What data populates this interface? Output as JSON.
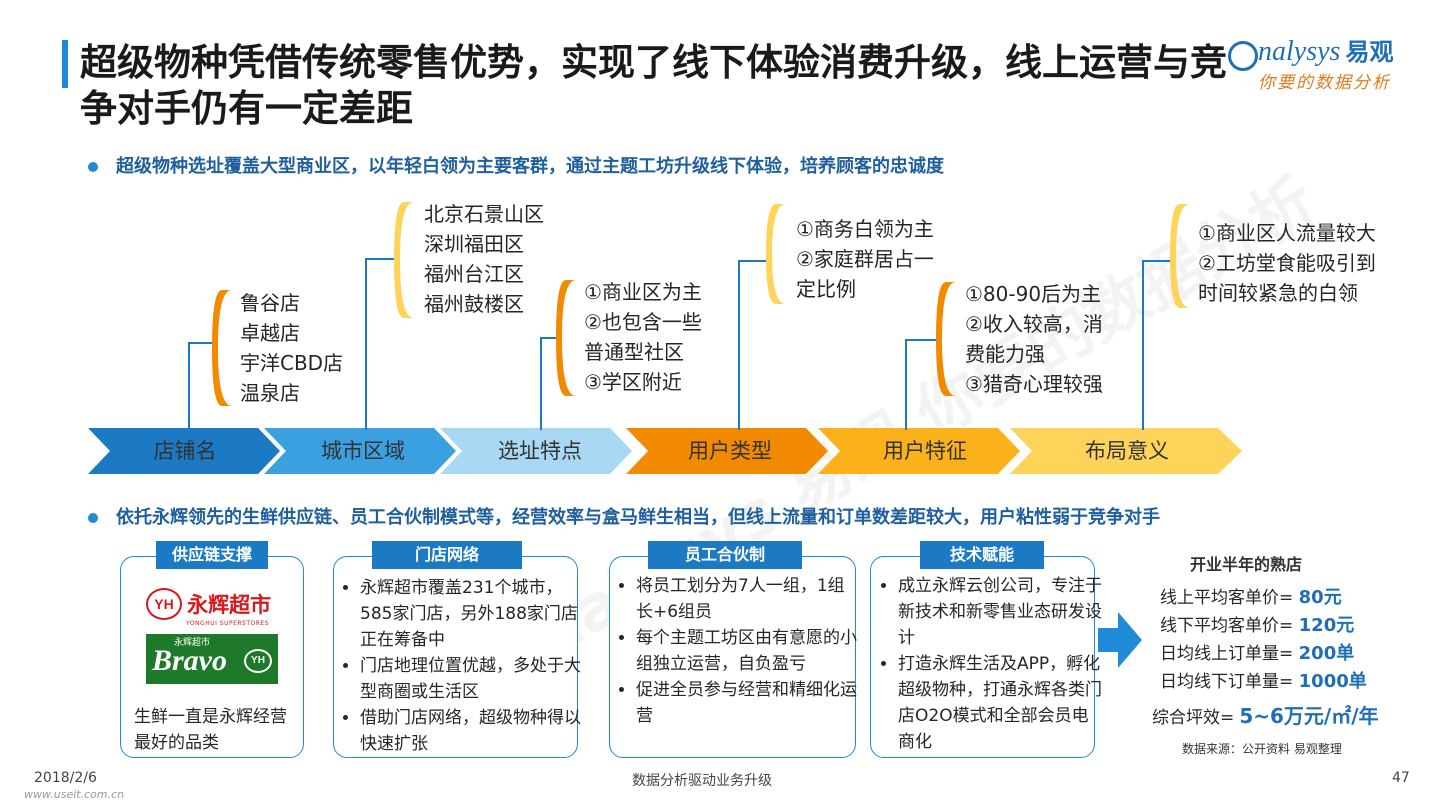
{
  "title": "超级物种凭借传统零售优势，实现了线下体验消费升级，线上运营与竞争对手仍有一定差距",
  "logo": {
    "en": "nalysys",
    "cn": "易观",
    "sub": "你要的数据分析"
  },
  "bullet1": "超级物种选址覆盖大型商业区，以年轻白领为主要客群，通过主题工坊升级线下体验，培养顾客的忠诚度",
  "bullet2": "依托永辉领先的生鲜供应链、员工合伙制模式等，经营效率与盒马鲜生相当，但线上流量和订单数差距较大，用户粘性弱于竞争对手",
  "arrows": [
    {
      "label": "店铺名",
      "color": "#1c7ac4"
    },
    {
      "label": "城市区域",
      "color": "#3aa0e0"
    },
    {
      "label": "选址特点",
      "color": "#a8d8f4"
    },
    {
      "label": "用户类型",
      "color": "#f28a00"
    },
    {
      "label": "用户特征",
      "color": "#fbb21a"
    },
    {
      "label": "布局意义",
      "color": "#fdd35a"
    }
  ],
  "callouts": {
    "stores": [
      "鲁谷店",
      "卓越店",
      "宇洋CBD店",
      "温泉店"
    ],
    "city": [
      "北京石景山区",
      "深圳福田区",
      "福州台江区",
      "福州鼓楼区"
    ],
    "site": [
      "①商业区为主",
      "②也包含一些",
      "普通型社区",
      "③学区附近"
    ],
    "usertype": [
      "①商务白领为主",
      "②家庭群居占一",
      "定比例"
    ],
    "userfeat": [
      "①80-90后为主",
      "②收入较高，消",
      "费能力强",
      "③猎奇心理较强"
    ],
    "meaning": [
      "①商业区人流量较大",
      "②工坊堂食能吸引到",
      "时间较紧急的白领"
    ]
  },
  "cards": {
    "supply": {
      "tag": "供应链支撑",
      "brand1": "永辉超市",
      "brand1_sub": "YONGHUI SUPERSTORES",
      "brand2": "Bravo",
      "brand2_small": "永辉超市",
      "text": "生鲜一直是永辉经营最好的品类"
    },
    "store": {
      "tag": "门店网络",
      "items": [
        "永辉超市覆盖231个城市，585家门店，另外188家门店正在筹备中",
        "门店地理位置优越，多处于大型商圈或生活区",
        "借助门店网络，超级物种得以快速扩张"
      ]
    },
    "partner": {
      "tag": "员工合伙制",
      "items": [
        "将员工划分为7人一组，1组长+6组员",
        "每个主题工坊区由有意愿的小组独立运营，自负盈亏",
        "促进全员参与经营和精细化运营"
      ]
    },
    "tech": {
      "tag": "技术赋能",
      "items": [
        "成立永辉云创公司，专注于新技术和新零售业态研发设计",
        "打造永辉生活及APP，孵化超级物种，打通永辉各类门店O2O模式和全部会员电商化"
      ]
    }
  },
  "stats": {
    "title": "开业半年的熟店",
    "rows": [
      {
        "label": "线上平均客单价=",
        "value": "80元"
      },
      {
        "label": "线下平均客单价=",
        "value": "120元"
      },
      {
        "label": "日均线上订单量=",
        "value": "200单"
      },
      {
        "label": "日均线下订单量=",
        "value": "1000单"
      }
    ],
    "summary_label": "综合坪效=",
    "summary_value": "5~6万元/㎡/年",
    "source": "数据来源：公开资料 易观整理"
  },
  "footer": {
    "date": "2018/2/6",
    "center": "数据分析驱动业务升级",
    "page": "47",
    "site": "www.useit.com.cn"
  },
  "watermark": "Analysys 易观  你要的数据分析"
}
